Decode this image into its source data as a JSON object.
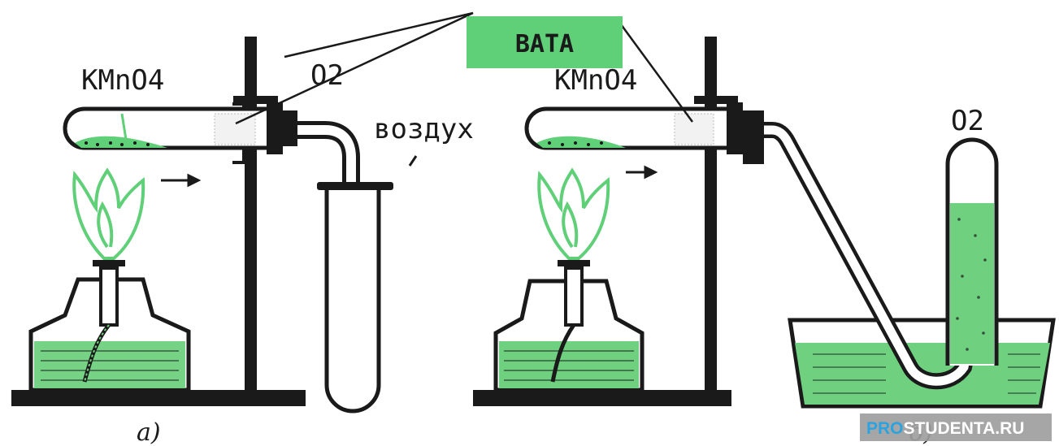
{
  "labels": {
    "cotton_wool": "ВАТА",
    "kmno4_a": "KMnO4",
    "kmno4_b": "KMnO4",
    "o2_a": "O2",
    "o2_b": "O2",
    "air": "воздух",
    "panel_a": "а)",
    "panel_b": "б)"
  },
  "watermark": {
    "pro": "PRO",
    "rest": "STUDENTA.RU"
  },
  "colors": {
    "green": "#6fd17f",
    "label_green": "#5fcf78",
    "ink": "#1a1a1a",
    "watermark_bg": "#9e9e9e",
    "watermark_accent": "#2aa3e0"
  }
}
